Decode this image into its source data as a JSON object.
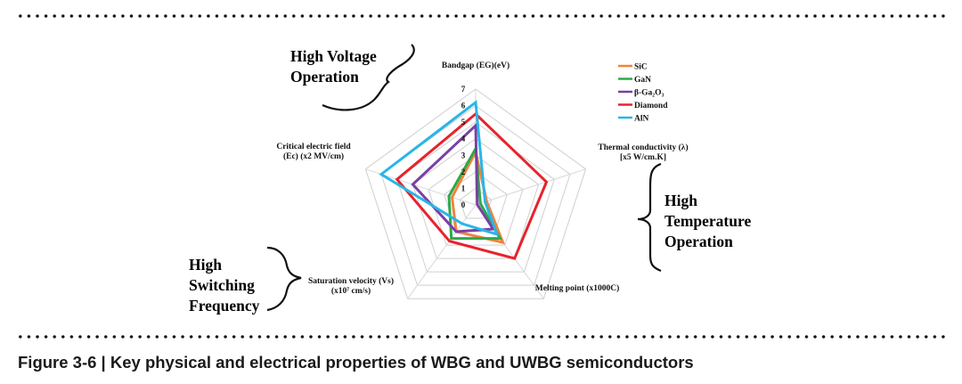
{
  "caption": "Figure 3-6 | Key physical and electrical properties of WBG and UWBG semiconductors",
  "callouts": {
    "voltage": [
      "High Voltage",
      "Operation"
    ],
    "temperature": [
      "High",
      "Temperature",
      "Operation"
    ],
    "switching": [
      "High",
      "Switching",
      "Frequency"
    ]
  },
  "chart_data": {
    "type": "radar",
    "axes": [
      {
        "label": [
          "Bandgap (EG)(eV)"
        ]
      },
      {
        "label": [
          "Thermal conductivity (λ)",
          "[x5 W/cm.K]"
        ]
      },
      {
        "label": [
          "Melting point (x1000C)"
        ]
      },
      {
        "label": [
          "Saturation velocity (Vs)",
          "(x10⁷ cm/s)"
        ]
      },
      {
        "label": [
          "Critical electric field",
          "(Ec) (x2 MV/cm)"
        ]
      }
    ],
    "ticks": [
      "0",
      "1",
      "2",
      "3",
      "4",
      "5",
      "6",
      "7"
    ],
    "range": [
      0,
      7
    ],
    "grid": true,
    "legend_position": "top-right",
    "series": [
      {
        "name": "SiC",
        "color": "#f0843c",
        "values": [
          3.2,
          0.7,
          2.8,
          2.0,
          1.5
        ]
      },
      {
        "name": "GaN",
        "color": "#2ea84a",
        "values": [
          3.4,
          0.3,
          2.5,
          2.5,
          1.7
        ]
      },
      {
        "name": "β-Ga₂O₃",
        "color": "#7b3fa6",
        "values": [
          4.8,
          0.1,
          1.8,
          2.0,
          4.0
        ]
      },
      {
        "name": "Diamond",
        "color": "#e8222c",
        "values": [
          5.5,
          4.5,
          4.0,
          2.7,
          5.0
        ]
      },
      {
        "name": "AlN",
        "color": "#29b6e6",
        "values": [
          6.2,
          0.6,
          2.2,
          1.4,
          6.0
        ]
      }
    ]
  }
}
